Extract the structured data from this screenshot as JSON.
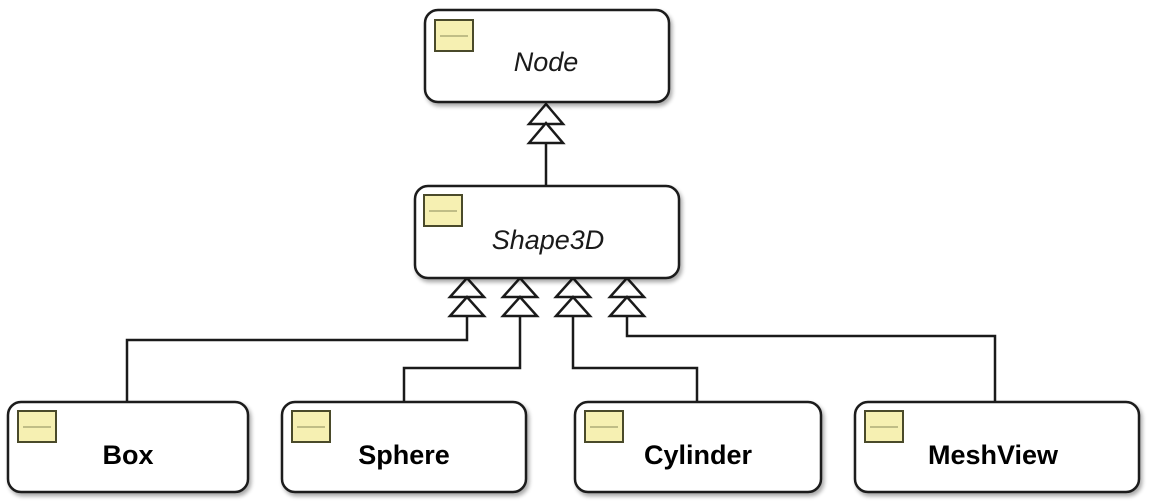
{
  "diagram": {
    "type": "uml-class-hierarchy",
    "classes": [
      {
        "id": "node",
        "name": "Node",
        "abstract": true
      },
      {
        "id": "shape3d",
        "name": "Shape3D",
        "abstract": true
      },
      {
        "id": "box",
        "name": "Box",
        "abstract": false
      },
      {
        "id": "sphere",
        "name": "Sphere",
        "abstract": false
      },
      {
        "id": "cylinder",
        "name": "Cylinder",
        "abstract": false
      },
      {
        "id": "meshview",
        "name": "MeshView",
        "abstract": false
      }
    ],
    "generalizations": [
      {
        "child": "shape3d",
        "parent": "node"
      },
      {
        "child": "box",
        "parent": "shape3d"
      },
      {
        "child": "sphere",
        "parent": "shape3d"
      },
      {
        "child": "cylinder",
        "parent": "shape3d"
      },
      {
        "child": "meshview",
        "parent": "shape3d"
      }
    ],
    "colors": {
      "box_stroke": "#1a1a1a",
      "box_fill": "#ffffff",
      "icon_fill": "#f6f0b2",
      "icon_stroke": "#4a4a2a",
      "line": "#1a1a1a"
    }
  }
}
